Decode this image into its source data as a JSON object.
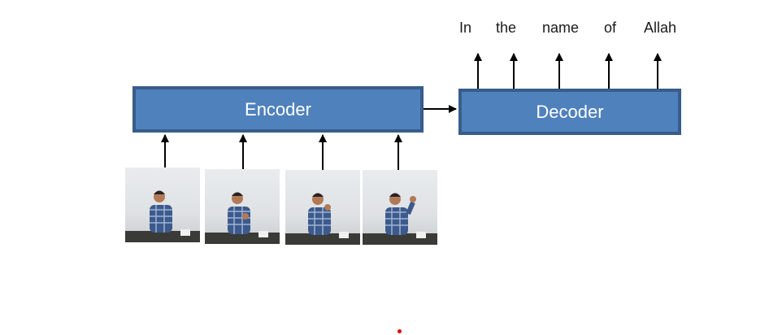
{
  "encoder": {
    "label": "Encoder"
  },
  "decoder": {
    "label": "Decoder"
  },
  "output_words": [
    "In",
    "the",
    "name",
    "of",
    "Allah"
  ],
  "frames": [
    {
      "icon": "person-signing-image"
    },
    {
      "icon": "person-signing-image"
    },
    {
      "icon": "person-signing-image"
    },
    {
      "icon": "person-signing-image"
    }
  ],
  "colors": {
    "block_fill": "#4f81bd",
    "block_border": "#385d8a",
    "arrow": "#000000"
  }
}
